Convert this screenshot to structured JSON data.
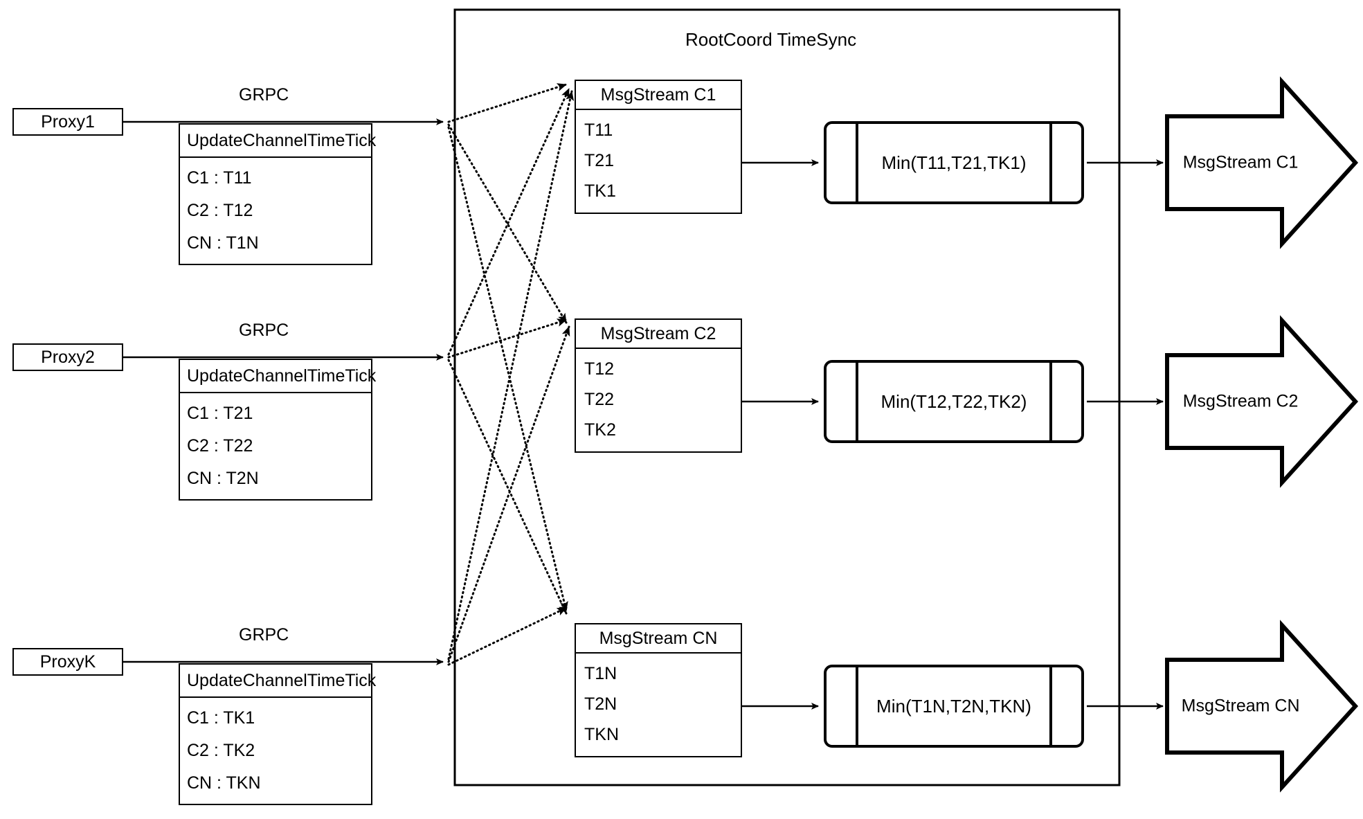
{
  "diagram": {
    "title": "RootCoord TimeSync",
    "container_label": "RootCoord TimeSync"
  },
  "edge_labels": {
    "grpc": "GRPC"
  },
  "proxies": [
    {
      "name": "Proxy1",
      "grpc": "GRPC",
      "request": {
        "header": "UpdateChannelTimeTick",
        "rows": [
          "C1 :  T11",
          "C2 :  T12",
          "CN : T1N"
        ]
      }
    },
    {
      "name": "Proxy2",
      "grpc": "GRPC",
      "request": {
        "header": "UpdateChannelTimeTick",
        "rows": [
          "C1 :  T21",
          "C2 :  T22",
          "CN : T2N"
        ]
      }
    },
    {
      "name": "ProxyK",
      "grpc": "GRPC",
      "request": {
        "header": "UpdateChannelTimeTick",
        "rows": [
          "C1 :  TK1",
          "C2 :  TK2",
          "CN : TKN"
        ]
      }
    }
  ],
  "channels": [
    {
      "msgstream": {
        "header": "MsgStream C1",
        "rows": [
          "T11",
          "T21",
          "TK1"
        ]
      },
      "min": "Min(T11,T21,TK1)",
      "output": "MsgStream C1"
    },
    {
      "msgstream": {
        "header": "MsgStream C2",
        "rows": [
          "T12",
          "T22",
          "TK2"
        ]
      },
      "min": "Min(T12,T22,TK2)",
      "output": "MsgStream C2"
    },
    {
      "msgstream": {
        "header": "MsgStream CN",
        "rows": [
          "T1N",
          "T2N",
          "TKN"
        ]
      },
      "min": "Min(T1N,T2N,TKN)",
      "output": "MsgStream CN"
    }
  ],
  "colors": {
    "stroke": "#000000",
    "background": "#ffffff"
  }
}
